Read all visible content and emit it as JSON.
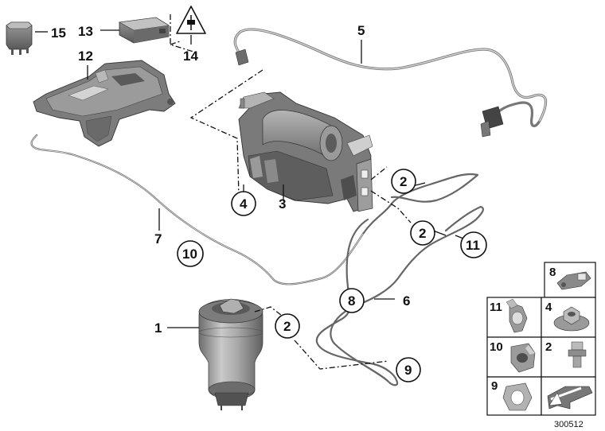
{
  "callouts": {
    "c1": "1",
    "c2a": "2",
    "c2b": "2",
    "c2c": "2",
    "c3": "3",
    "c4": "4",
    "c5": "5",
    "c6": "6",
    "c7": "7",
    "c8": "8",
    "c9": "9",
    "c10": "10",
    "c11": "11",
    "c12": "12",
    "c13": "13",
    "c14": "14",
    "c15": "15"
  },
  "legend": {
    "cells": [
      "8",
      "11",
      "4",
      "10",
      "2",
      "9"
    ]
  },
  "doc_number": "300512",
  "colors": {
    "part_grey": "#8a8a8a",
    "part_dark": "#5a5a5a",
    "part_light": "#c8c8c8",
    "line": "#111111"
  },
  "icons": {
    "warning": "electrical-warning-triangle-icon",
    "arrow": "direction-arrow-icon"
  }
}
